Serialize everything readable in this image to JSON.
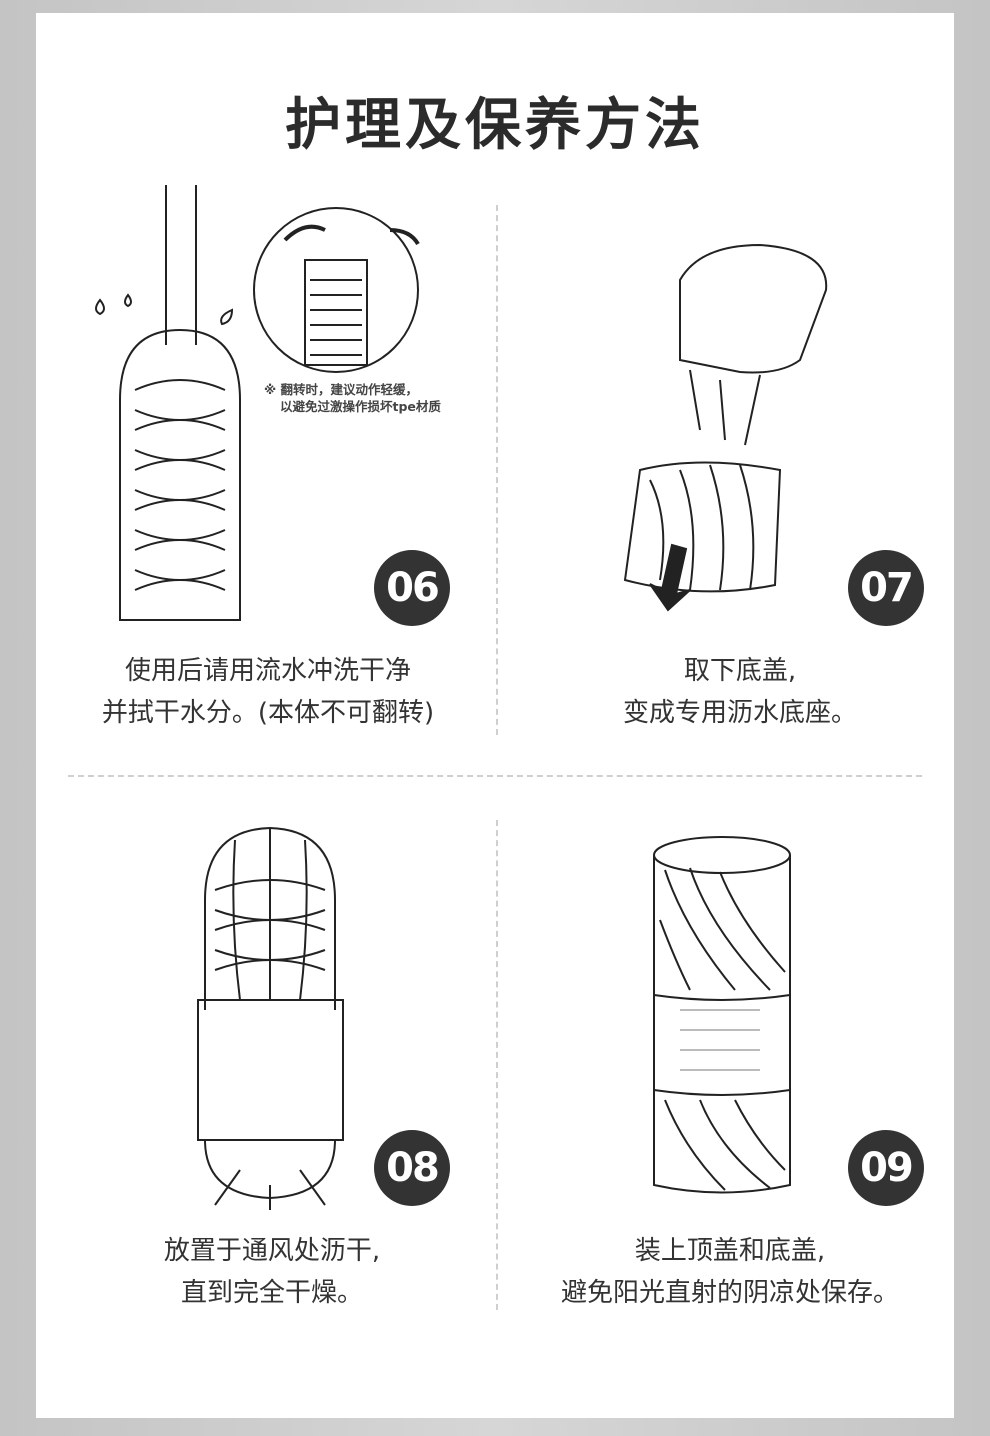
{
  "title": "护理及保养方法",
  "note": {
    "mark": "※",
    "line1": "翻转时，建议动作轻缓，",
    "line2": "以避免过激操作损坏tpe材质"
  },
  "steps": [
    {
      "number": "06",
      "line1": "使用后请用流水冲洗干净",
      "line2": "并拭干水分。(本体不可翻转)"
    },
    {
      "number": "07",
      "line1": "取下底盖,",
      "line2": "变成专用沥水底座。"
    },
    {
      "number": "08",
      "line1": "放置于通风处沥干,",
      "line2": "直到完全干燥。"
    },
    {
      "number": "09",
      "line1": "装上顶盖和底盖,",
      "line2": "避免阳光直射的阴凉处保存。"
    }
  ]
}
